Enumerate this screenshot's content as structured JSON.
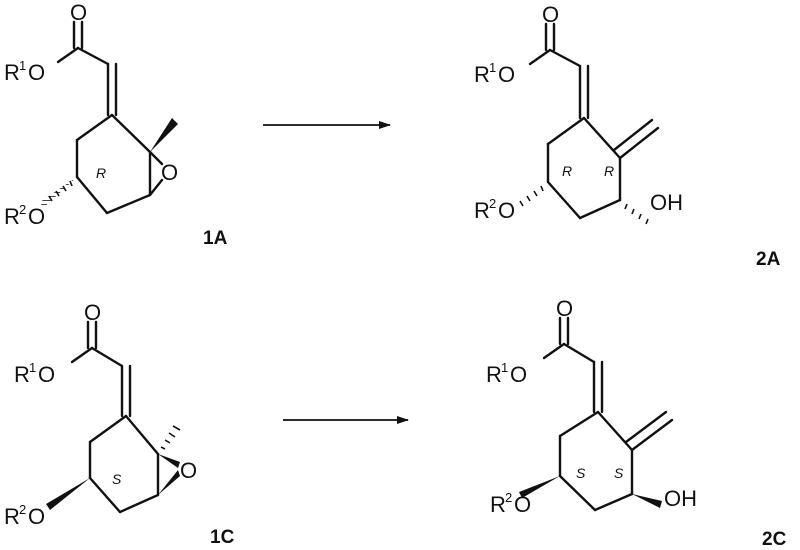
{
  "scheme": {
    "compounds": [
      {
        "id": "1A",
        "labels": {
          "carbonyl_o": "O",
          "ester_r": "R",
          "ester_sup": "1",
          "ester_o": "O",
          "ether_r": "R",
          "ether_sup": "2",
          "ether_o": "O",
          "epoxide_o": "O",
          "stereo": "R"
        }
      },
      {
        "id": "2A",
        "labels": {
          "carbonyl_o": "O",
          "ester_r": "R",
          "ester_sup": "1",
          "ester_o": "O",
          "ether_r": "R",
          "ether_sup": "2",
          "ether_o": "O",
          "oh": "OH",
          "stereo_left": "R",
          "stereo_right": "R"
        }
      },
      {
        "id": "1C",
        "labels": {
          "carbonyl_o": "O",
          "ester_r": "R",
          "ester_sup": "1",
          "ester_o": "O",
          "ether_r": "R",
          "ether_sup": "2",
          "ether_o": "O",
          "epoxide_o": "O",
          "stereo": "S"
        }
      },
      {
        "id": "2C",
        "labels": {
          "carbonyl_o": "O",
          "ester_r": "R",
          "ester_sup": "1",
          "ester_o": "O",
          "ether_r": "R",
          "ether_sup": "2",
          "ether_o": "O",
          "oh": "OH",
          "stereo_left": "S",
          "stereo_right": "S"
        }
      }
    ]
  }
}
